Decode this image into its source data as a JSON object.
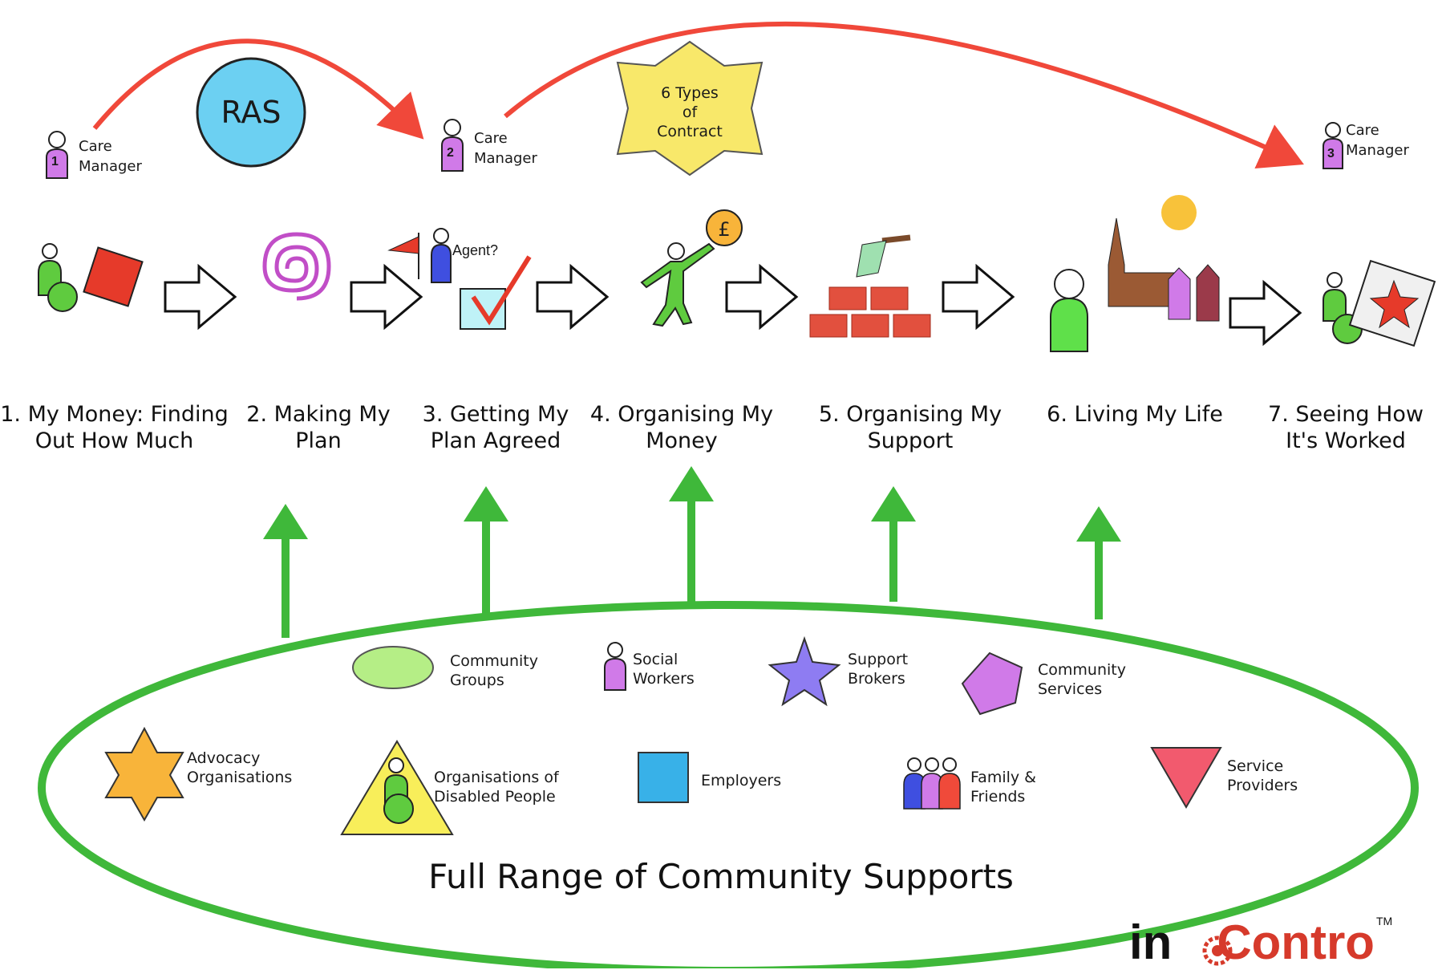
{
  "top": {
    "ras_label": "RAS",
    "contract_label": "6 Types\nof\nContract",
    "agent_label": "Agent?",
    "care_managers": [
      {
        "number": "1",
        "label": "Care\nManager"
      },
      {
        "number": "2",
        "label": "Care\nManager"
      },
      {
        "number": "3",
        "label": "Care\nManager"
      }
    ],
    "currency_symbol": "£"
  },
  "steps": [
    {
      "label": "1. My Money: Finding\nOut How Much",
      "icon": "person-money-icon"
    },
    {
      "label": "2. Making My\nPlan",
      "icon": "spiral-icon"
    },
    {
      "label": "3. Getting My\nPlan Agreed",
      "icon": "agreed-checkbox-icon"
    },
    {
      "label": "4. Organising My\nMoney",
      "icon": "person-coin-icon"
    },
    {
      "label": "5. Organising My\nSupport",
      "icon": "bricks-trowel-icon"
    },
    {
      "label": "6. Living My Life",
      "icon": "community-life-icon"
    },
    {
      "label": "7. Seeing How\nIt's Worked",
      "icon": "person-review-icon"
    }
  ],
  "supports": [
    {
      "label": "Community\nGroups",
      "icon": "ellipse-icon"
    },
    {
      "label": "Social\nWorkers",
      "icon": "person-icon"
    },
    {
      "label": "Support\nBrokers",
      "icon": "star-icon"
    },
    {
      "label": "Community\nServices",
      "icon": "pentagon-icon"
    },
    {
      "label": "Advocacy\nOrganisations",
      "icon": "hexagram-icon"
    },
    {
      "label": "Organisations of\nDisabled People",
      "icon": "triangle-person-icon"
    },
    {
      "label": "Employers",
      "icon": "square-icon"
    },
    {
      "label": "Family &\nFriends",
      "icon": "family-icon"
    },
    {
      "label": "Service\nProviders",
      "icon": "inverted-triangle-icon"
    }
  ],
  "footer_title": "Full Range of Community Supports",
  "logo": {
    "left": "in",
    "right": "Contro",
    "tm": "TM"
  },
  "colors": {
    "green": "#3fb83a",
    "red_arrow": "#f0483a",
    "ras_blue": "#6cd0f2",
    "contract_yellow": "#f8e86a",
    "purple": "#d07ae8",
    "brick": "#e2503e"
  }
}
